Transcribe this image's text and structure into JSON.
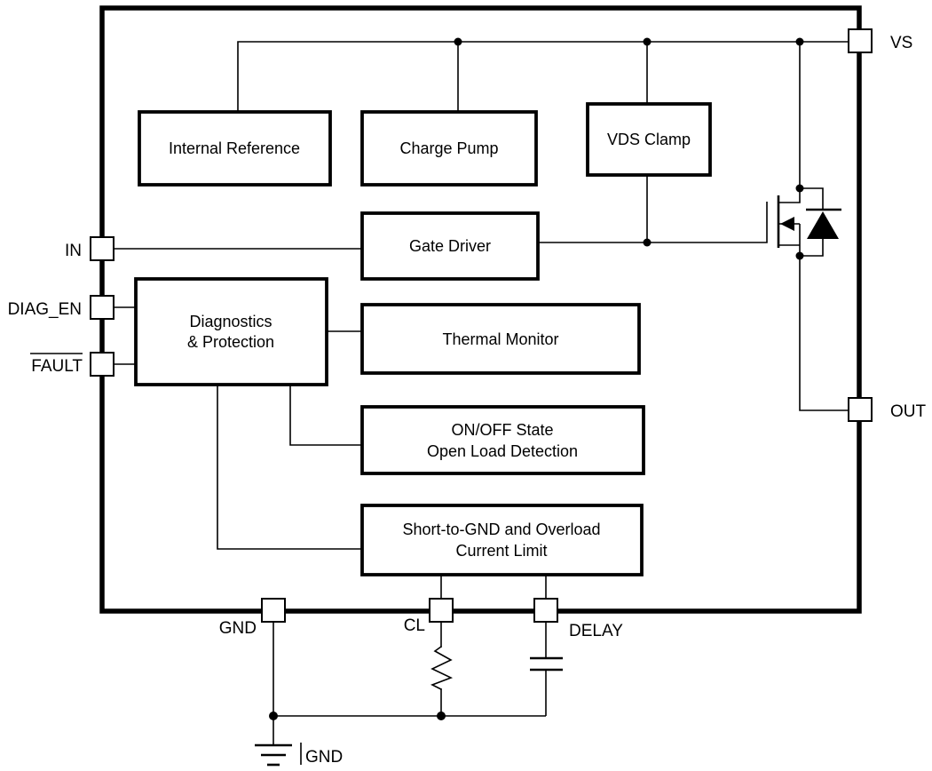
{
  "blocks": {
    "internal_reference": {
      "label": "Internal Reference"
    },
    "charge_pump": {
      "label": "Charge Pump"
    },
    "vds_clamp": {
      "label": "VDS Clamp"
    },
    "gate_driver": {
      "label": "Gate Driver"
    },
    "diagnostics_protection": {
      "line1": "Diagnostics",
      "line2": "& Protection"
    },
    "thermal_monitor": {
      "label": "Thermal Monitor"
    },
    "open_load_detection": {
      "line1": "ON/OFF State",
      "line2": "Open Load Detection"
    },
    "current_limit": {
      "line1": "Short-to-GND and Overload",
      "line2": "Current Limit"
    }
  },
  "pins": {
    "vs": {
      "label": "VS"
    },
    "in": {
      "label": "IN"
    },
    "diag_en": {
      "label": "DIAG_EN"
    },
    "fault": {
      "label": "FAULT",
      "active_low": true
    },
    "out": {
      "label": "OUT"
    },
    "gnd": {
      "label": "GND"
    },
    "cl": {
      "label": "CL"
    },
    "delay": {
      "label": "DELAY"
    }
  },
  "external": {
    "ground_label": "GND"
  },
  "symbols": [
    "mosfet-symbol",
    "body-diode-icon",
    "resistor-icon",
    "capacitor-icon",
    "ground-symbol-icon"
  ],
  "colors": {
    "line": "#000000",
    "background": "#ffffff",
    "text": "#000000"
  }
}
